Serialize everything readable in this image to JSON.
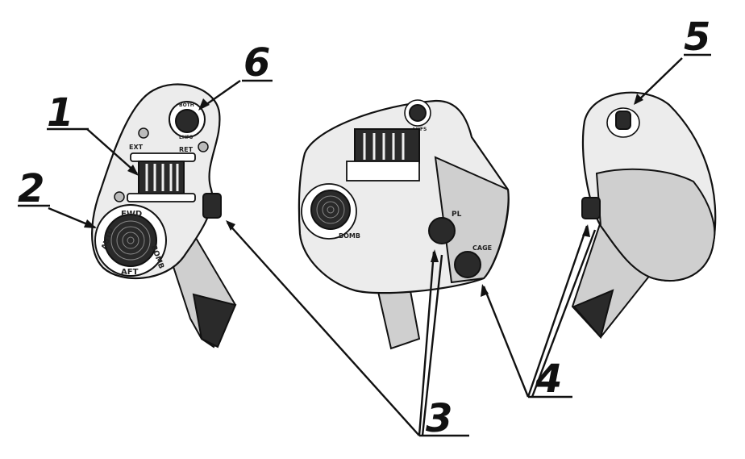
{
  "callouts": {
    "c1": "1",
    "c2": "2",
    "c3": "3",
    "c4": "4",
    "c5": "5",
    "c6": "6"
  },
  "labels": {
    "ext": "EXT",
    "ret": "RET",
    "both": "BOTH",
    "lhfs": "LHFS",
    "fwd": "FWD",
    "aft": "AFT",
    "auto": "AUTO",
    "bomb": "BOMB",
    "pl": "PL",
    "cage": "CAGE"
  }
}
